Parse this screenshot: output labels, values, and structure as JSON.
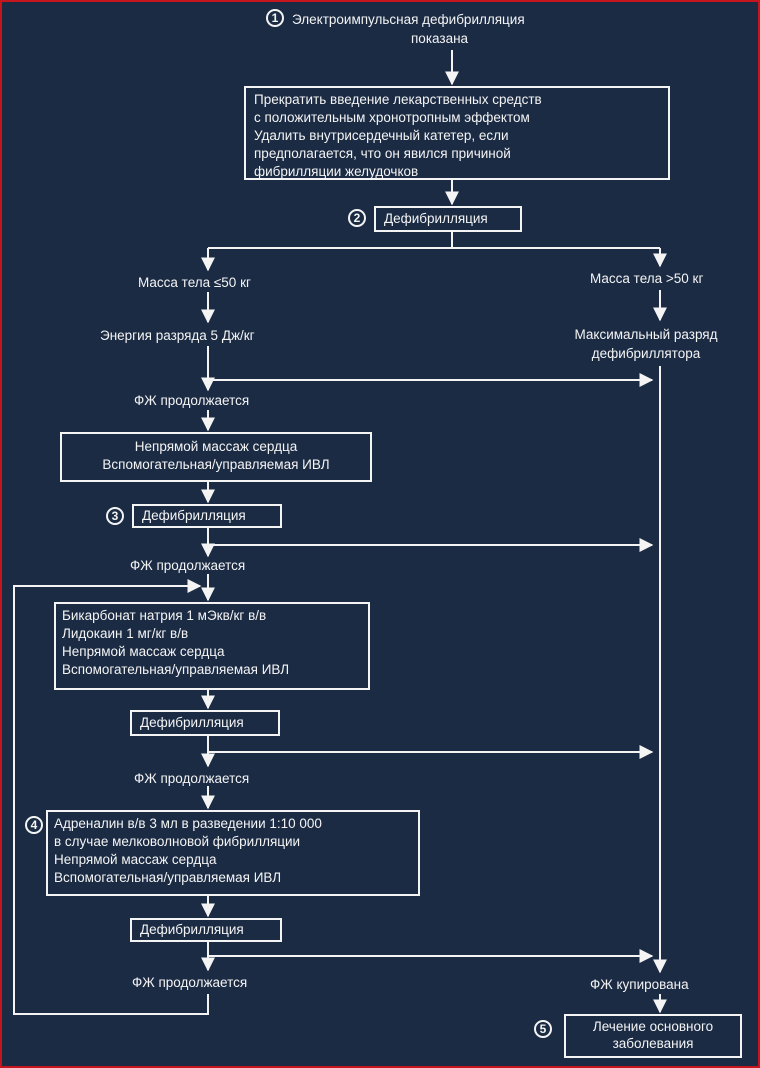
{
  "steps": {
    "s1": {
      "number": "1",
      "lines": [
        "Электроимпульсная дефибрилляция",
        "показана"
      ]
    },
    "stop": {
      "lines": [
        "Прекратить введение лекарственных средств",
        "с положительным хронотропным эффектом",
        "Удалить внутрисердечный катетер, если",
        "предполагается, что он явился причиной",
        "фибрилляции желудочков"
      ]
    },
    "s2": {
      "number": "2",
      "label": "Дефибрилляция"
    },
    "mass_le": "Масса тела ≤50 кг",
    "mass_gt": "Масса тела >50 кг",
    "energy": "Энергия разряда 5 Дж/кг",
    "max_discharge": [
      "Максимальный разряд",
      "дефибриллятора"
    ],
    "vf1": "ФЖ продолжается",
    "cpr1": {
      "lines": [
        "Непрямой массаж сердца",
        "Вспомогательная/управляемая ИВЛ"
      ]
    },
    "s3": {
      "number": "3",
      "label": "Дефибрилляция"
    },
    "vf2": "ФЖ продолжается",
    "drugs": {
      "lines": [
        "Бикарбонат натрия 1 мЭкв/кг в/в",
        "Лидокаин 1 мг/кг в/в",
        "Непрямой массаж сердца",
        "Вспомогательная/управляемая ИВЛ"
      ]
    },
    "defib4": "Дефибрилляция",
    "vf3": "ФЖ продолжается",
    "s4": {
      "number": "4",
      "lines": [
        "Адреналин в/в 3 мл в разведении 1:10 000",
        "в случае мелковолновой фибрилляции",
        "Непрямой массаж сердца",
        "Вспомогательная/управляемая ИВЛ"
      ]
    },
    "defib5": "Дефибрилляция",
    "vf4": "ФЖ продолжается",
    "resolved": "ФЖ купирована",
    "s5": {
      "number": "5",
      "lines": [
        "Лечение основного",
        "заболевания"
      ]
    }
  },
  "colors": {
    "background": "#1b2b44",
    "foreground": "#f4f4f4",
    "frame": "#c4161c"
  }
}
